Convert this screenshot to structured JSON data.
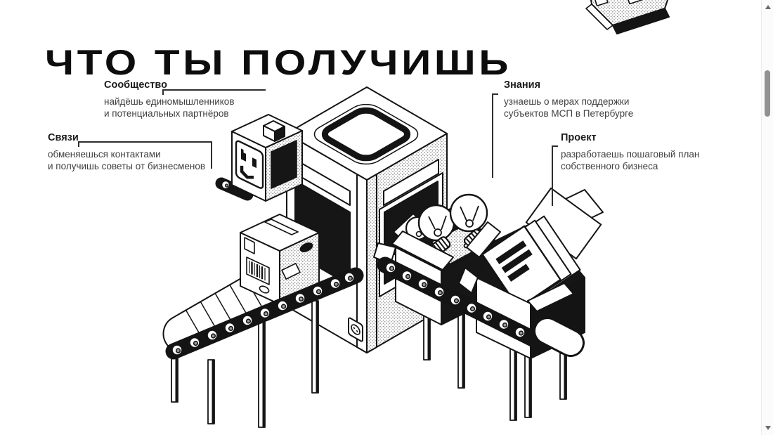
{
  "page": {
    "title": "ЧТО ТЫ ПОЛУЧИШЬ"
  },
  "callouts": [
    {
      "label": "Сообщество",
      "line1": "найдёшь единомышленников",
      "line2": "и потенциальных партнёров"
    },
    {
      "label": "Знания",
      "line1": "узнаешь о мерах поддержки",
      "line2": "субъектов МСП в Петербурге"
    },
    {
      "label": "Связи",
      "line1": "обменяешься контактами",
      "line2": "и получишь советы от бизнесменов"
    },
    {
      "label": "Проект",
      "line1": "разработаешь пошаговый план",
      "line2": "собственного бизнеса"
    }
  ],
  "illustration": {
    "style": "black-and-white isometric line art with halftone dots",
    "components": [
      "robot-head-display",
      "processing-machine-tower",
      "machine-top-ring",
      "power-socket",
      "cardboard-box-with-barcode",
      "left-conveyor-belt",
      "right-conveyor-belt",
      "box-of-light-bulbs",
      "box-of-documents",
      "slab-fragment-top-right"
    ]
  },
  "colors": {
    "ink": "#141414",
    "background": "#ffffff",
    "heading_text": "#1c1c1c",
    "body_text": "#3f3f3f",
    "halftone_dot": "#8f8f8f",
    "scrollbar_thumb": "#919191"
  },
  "scrollbar": {
    "orientation": "vertical",
    "thumb_position": "upper-quarter"
  }
}
